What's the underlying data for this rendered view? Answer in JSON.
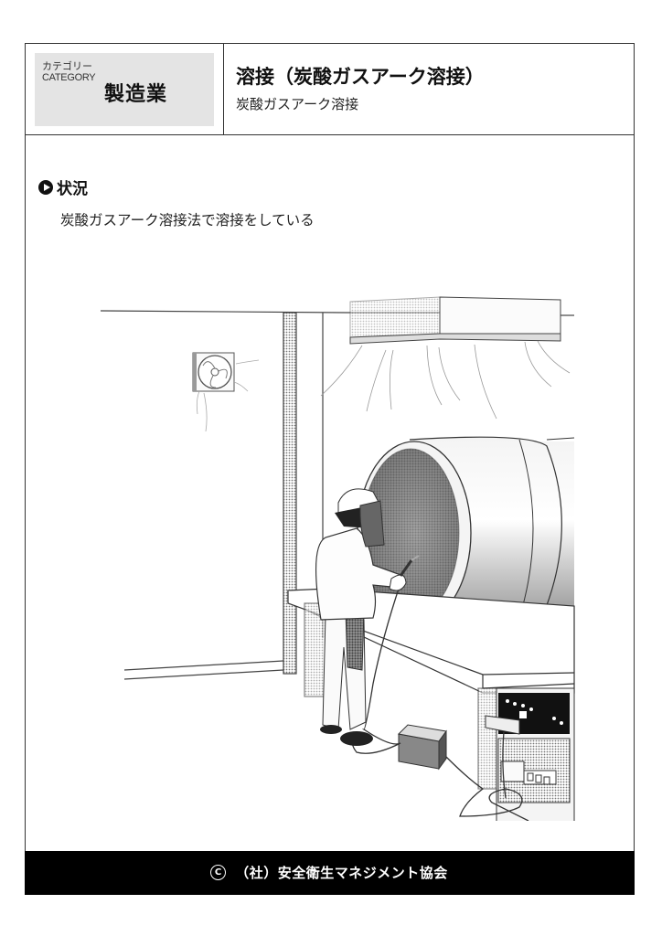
{
  "header": {
    "category_label_jp": "カテゴリー",
    "category_label_en": "CATEGORY",
    "category_value": "製造業",
    "title": "溶接（炭酸ガスアーク溶接）",
    "subtitle": "炭酸ガスアーク溶接"
  },
  "situation": {
    "heading_icon": "play-circle-icon",
    "heading": "状況",
    "description": "炭酸ガスアーク溶接法で溶接をしている"
  },
  "illustration": {
    "subject": "welder-at-pipe-illustration",
    "elements": [
      "wall-exhaust-fan",
      "ceiling-ventilation-hood",
      "large-steel-pipe",
      "welder-with-face-shield",
      "welding-torch",
      "workbench",
      "wire-feeder",
      "welding-power-source",
      "cables"
    ]
  },
  "footer": {
    "copyright_icon": "copyright-icon",
    "copyright_symbol": "C",
    "organization": "（社）安全衛生マネジメント協会"
  },
  "colors": {
    "category_bg": "#e4e4e4",
    "border": "#333333",
    "footer_bg": "#000000",
    "footer_text": "#ffffff"
  }
}
